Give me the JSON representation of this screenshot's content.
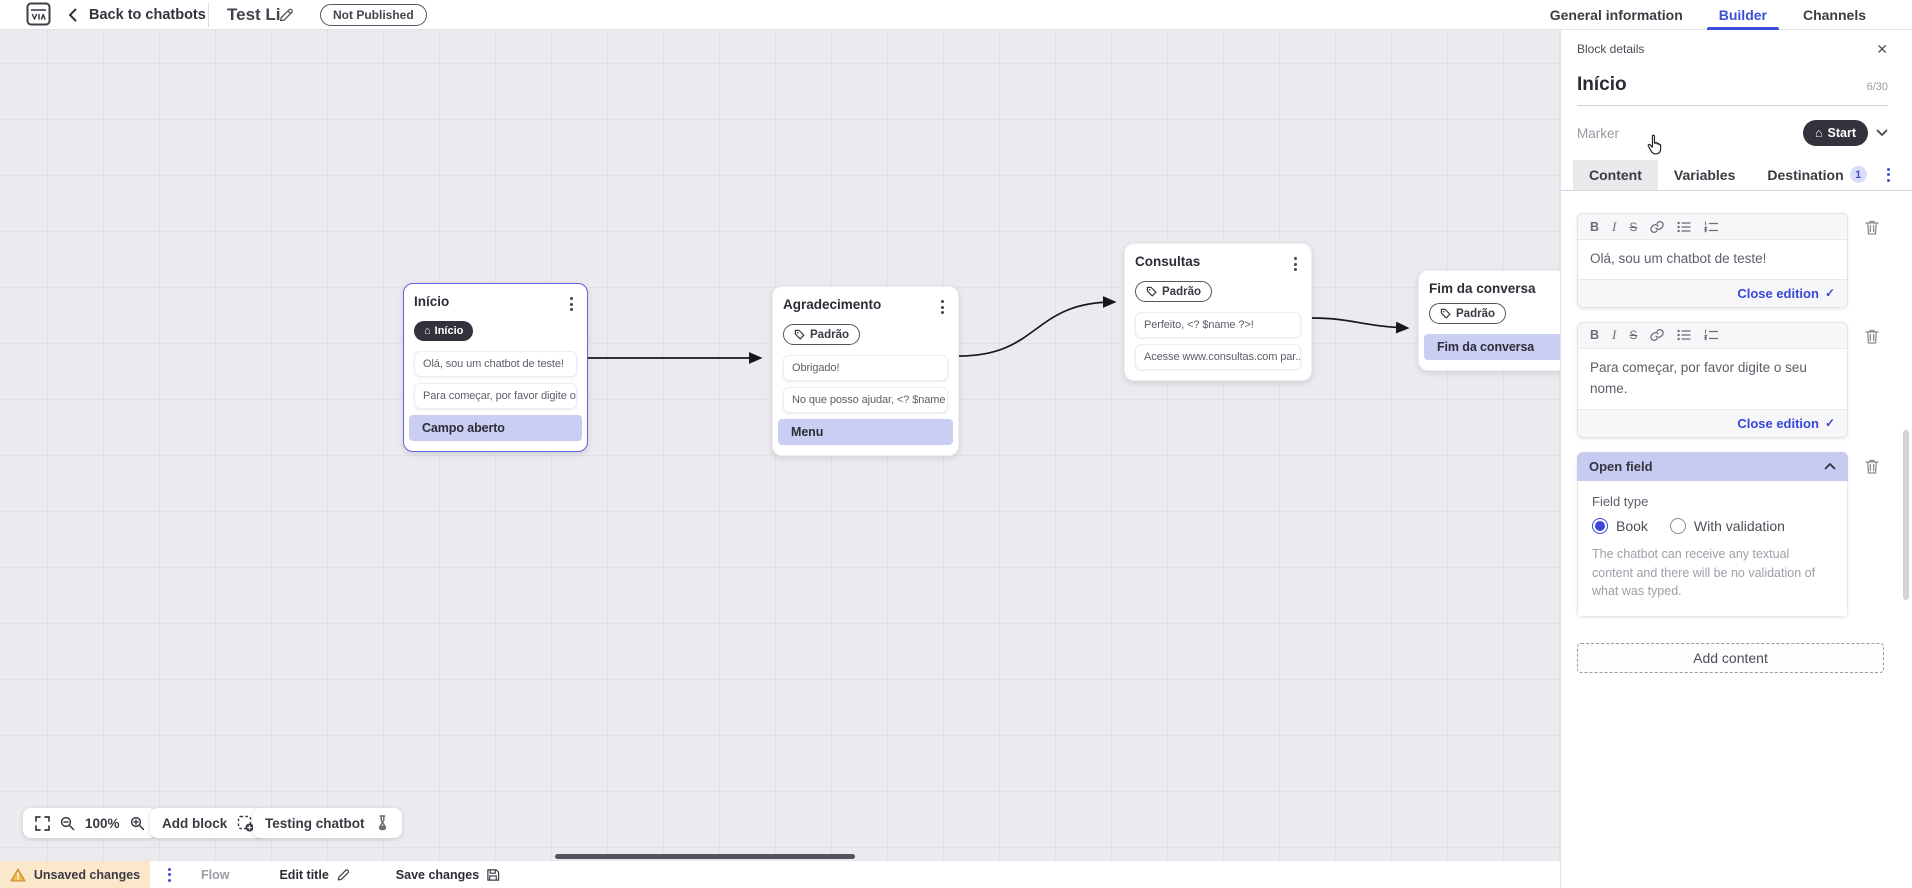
{
  "topbar": {
    "back_label": "Back to chatbots",
    "title": "Test Li",
    "status_badge": "Not Published",
    "tabs": [
      {
        "label": "General information"
      },
      {
        "label": "Builder"
      },
      {
        "label": "Channels"
      }
    ]
  },
  "panel": {
    "header": "Block details",
    "block_name": "Início",
    "char_counter": "6/30",
    "marker_label": "Marker",
    "marker_value": "Start",
    "tabs": [
      {
        "label": "Content"
      },
      {
        "label": "Variables"
      },
      {
        "label": "Destination",
        "badge": "1"
      }
    ],
    "editors": [
      {
        "text": "Olá, sou um chatbot de teste!",
        "close_label": "Close edition"
      },
      {
        "text": "Para começar, por favor digite o seu nome.",
        "close_label": "Close edition"
      }
    ],
    "open_field": {
      "title": "Open field",
      "field_type_label": "Field type",
      "options": [
        {
          "label": "Book",
          "selected": true
        },
        {
          "label": "With validation",
          "selected": false
        }
      ],
      "description": "The chatbot can receive any textual content and there will be no validation of what was typed."
    },
    "add_content_label": "Add content"
  },
  "canvas": {
    "nodes": [
      {
        "title": "Início",
        "badge": "Início",
        "rows": [
          {
            "text": "Olá, sou um chatbot de teste!"
          },
          {
            "text": "Para começar, por favor digite o ..."
          },
          {
            "text": "Campo aberto"
          }
        ]
      },
      {
        "title": "Agradecimento",
        "badge": "Padrão",
        "rows": [
          {
            "text": "Obrigado!"
          },
          {
            "text": "No que posso ajudar, <? $name ..."
          },
          {
            "text": "Menu"
          }
        ]
      },
      {
        "title": "Consultas",
        "badge": "Padrão",
        "rows": [
          {
            "text": "Perfeito, <? $name ?>!"
          },
          {
            "text": "Acesse www.consultas.com par..."
          }
        ]
      },
      {
        "title": "Fim da conversa",
        "badge": "Padrão",
        "rows": [
          {
            "text": "Fim da conversa"
          }
        ]
      }
    ],
    "toolbar": {
      "zoom_level": "100%",
      "add_block_label": "Add block",
      "testing_label": "Testing chatbot"
    }
  },
  "statusbar": {
    "unsaved_label": "Unsaved changes",
    "flow_label": "Flow",
    "edit_title_label": "Edit title",
    "save_label": "Save changes"
  },
  "icons": {
    "house": "⌂",
    "check": "✓",
    "close": "✕",
    "bold": "B",
    "italic": "I",
    "strike": "S"
  },
  "colors": {
    "accent_blue": "#3b4fd8",
    "highlight_row": "#c9cef2",
    "open_field_header": "#c6cbf2",
    "dark_pill": "#32323d",
    "warning_bg": "#fbe8cb",
    "canvas_bg": "#ebeaee",
    "selected_node_border": "#6064dd"
  }
}
